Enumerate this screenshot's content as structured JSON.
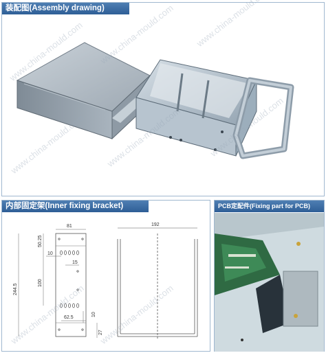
{
  "sections": {
    "assembly": {
      "title": "装配图(Assembly drawing)"
    },
    "inner": {
      "title": "内部固定架(Inner fixing bracket)"
    },
    "pcb": {
      "title": "PCB定配件(Fixing part for PCB)"
    }
  },
  "dimensions": {
    "width_top": "81",
    "d50_25": "50.25",
    "d10_a": "10",
    "d15": "15",
    "d100": "100",
    "d244_5": "244.5",
    "d62_5": "62.5",
    "d10_b": "10",
    "d27": "27",
    "d192": "192"
  },
  "watermark": "www.china-mould.com",
  "colors": {
    "header": "#3c6ea6",
    "border": "#9fb7cf",
    "metal": "#aebfcc"
  }
}
